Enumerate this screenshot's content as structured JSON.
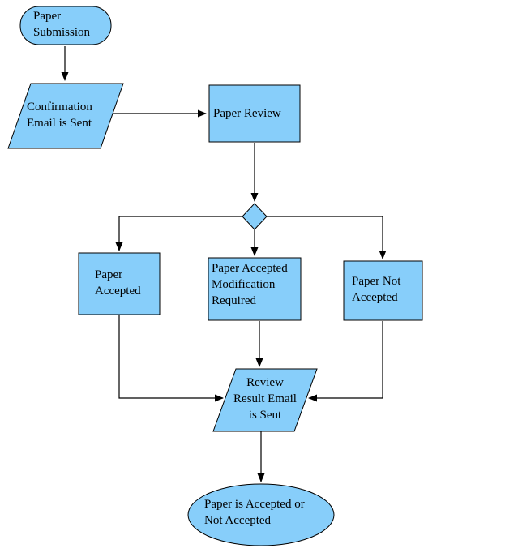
{
  "diagram": {
    "type": "flowchart",
    "colors": {
      "node_fill": "#87CEFA",
      "node_border": "#000000",
      "connector": "#000000",
      "background": "#ffffff"
    },
    "nodes": {
      "paper_submission": {
        "shape": "terminator",
        "label": "Paper\nSubmission"
      },
      "confirmation_email": {
        "shape": "parallelogram",
        "label": "Confirmation\nEmail is Sent"
      },
      "paper_review": {
        "shape": "rectangle",
        "label": "Paper Review"
      },
      "review_decision": {
        "shape": "diamond",
        "label": ""
      },
      "paper_accepted": {
        "shape": "rectangle",
        "label": "Paper\nAccepted"
      },
      "paper_accepted_modification": {
        "shape": "rectangle",
        "label": "Paper Accepted\nModification\nRequired"
      },
      "paper_not_accepted": {
        "shape": "rectangle",
        "label": "Paper Not\nAccepted"
      },
      "review_result_email": {
        "shape": "parallelogram",
        "label": "Review\nResult Email\nis Sent"
      },
      "final_result": {
        "shape": "ellipse",
        "label": "Paper is Accepted or\nNot Accepted"
      }
    }
  }
}
